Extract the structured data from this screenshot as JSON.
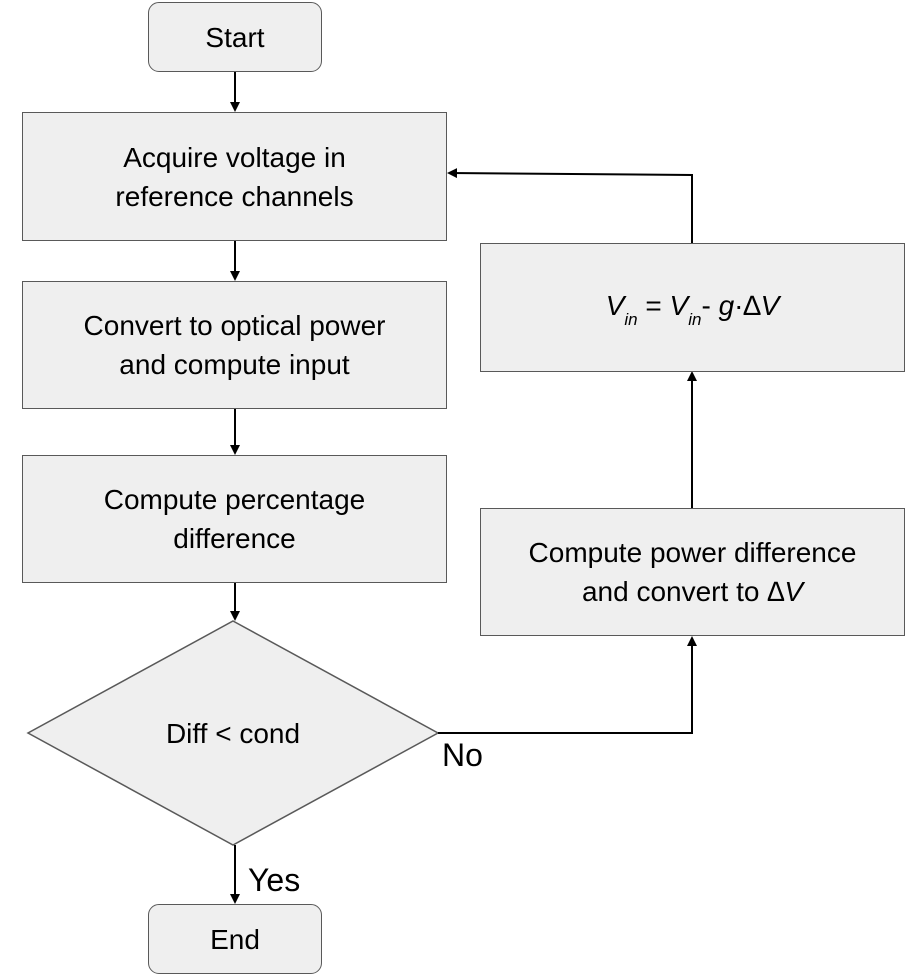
{
  "flowchart": {
    "start": "Start",
    "acquire": "Acquire voltage in\nreference channels",
    "convert": "Convert to optical power\nand compute input",
    "percentage": "Compute percentage\ndifference",
    "decision": "Diff < cond",
    "power_diff_line1": "Compute power difference",
    "power_diff_line2": "and convert to ",
    "delta_v": "∆V",
    "update_formula": {
      "v": "V",
      "sub": "in",
      "eq": " = ",
      "minus": "- ",
      "g": "g",
      "dot": "·",
      "delta": "∆",
      "v2": "V"
    },
    "end": "End",
    "no_label": "No",
    "yes_label": "Yes"
  },
  "colors": {
    "box_fill": "#efefef",
    "box_stroke": "#595959",
    "arrow": "#000000"
  }
}
